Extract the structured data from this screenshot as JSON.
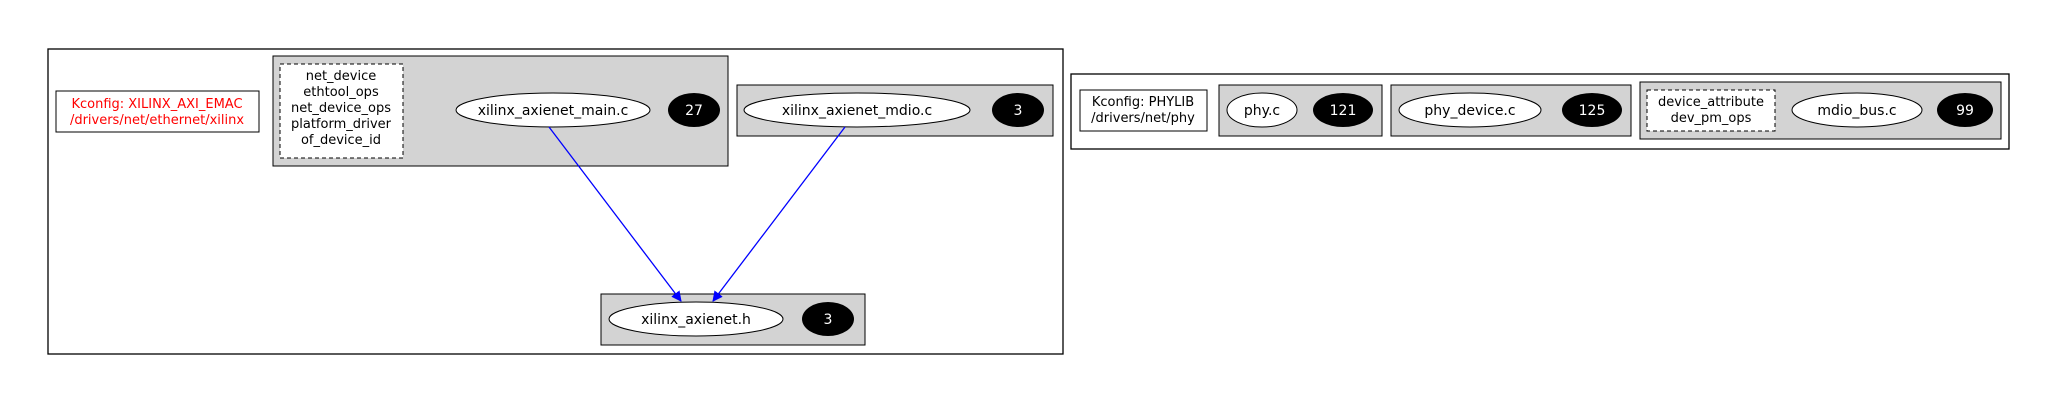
{
  "colors": {
    "kconfig_red": "#ff0000",
    "edge_blue": "#0000ff",
    "group_fill": "#d3d3d3",
    "badge_fill": "#000000",
    "badge_text": "#ffffff",
    "outline": "#000000"
  },
  "left_cluster": {
    "kconfig": {
      "line1": "Kconfig: XILINX_AXI_EMAC",
      "line2": "/drivers/net/ethernet/xilinx"
    },
    "main_group": {
      "structs": [
        "net_device",
        "ethtool_ops",
        "net_device_ops",
        "platform_driver",
        "of_device_id"
      ],
      "file": "xilinx_axienet_main.c",
      "count": "27"
    },
    "mdio_group": {
      "file": "xilinx_axienet_mdio.c",
      "count": "3"
    },
    "header_group": {
      "file": "xilinx_axienet.h",
      "count": "3"
    },
    "edges": [
      {
        "from": "xilinx_axienet_main.c",
        "to": "xilinx_axienet.h"
      },
      {
        "from": "xilinx_axienet_mdio.c",
        "to": "xilinx_axienet.h"
      }
    ]
  },
  "right_cluster": {
    "kconfig": {
      "line1": "Kconfig: PHYLIB",
      "line2": "/drivers/net/phy"
    },
    "phy_group": {
      "file": "phy.c",
      "count": "121"
    },
    "phy_device_group": {
      "file": "phy_device.c",
      "count": "125"
    },
    "mdio_bus_group": {
      "structs": [
        "device_attribute",
        "dev_pm_ops"
      ],
      "file": "mdio_bus.c",
      "count": "99"
    }
  }
}
